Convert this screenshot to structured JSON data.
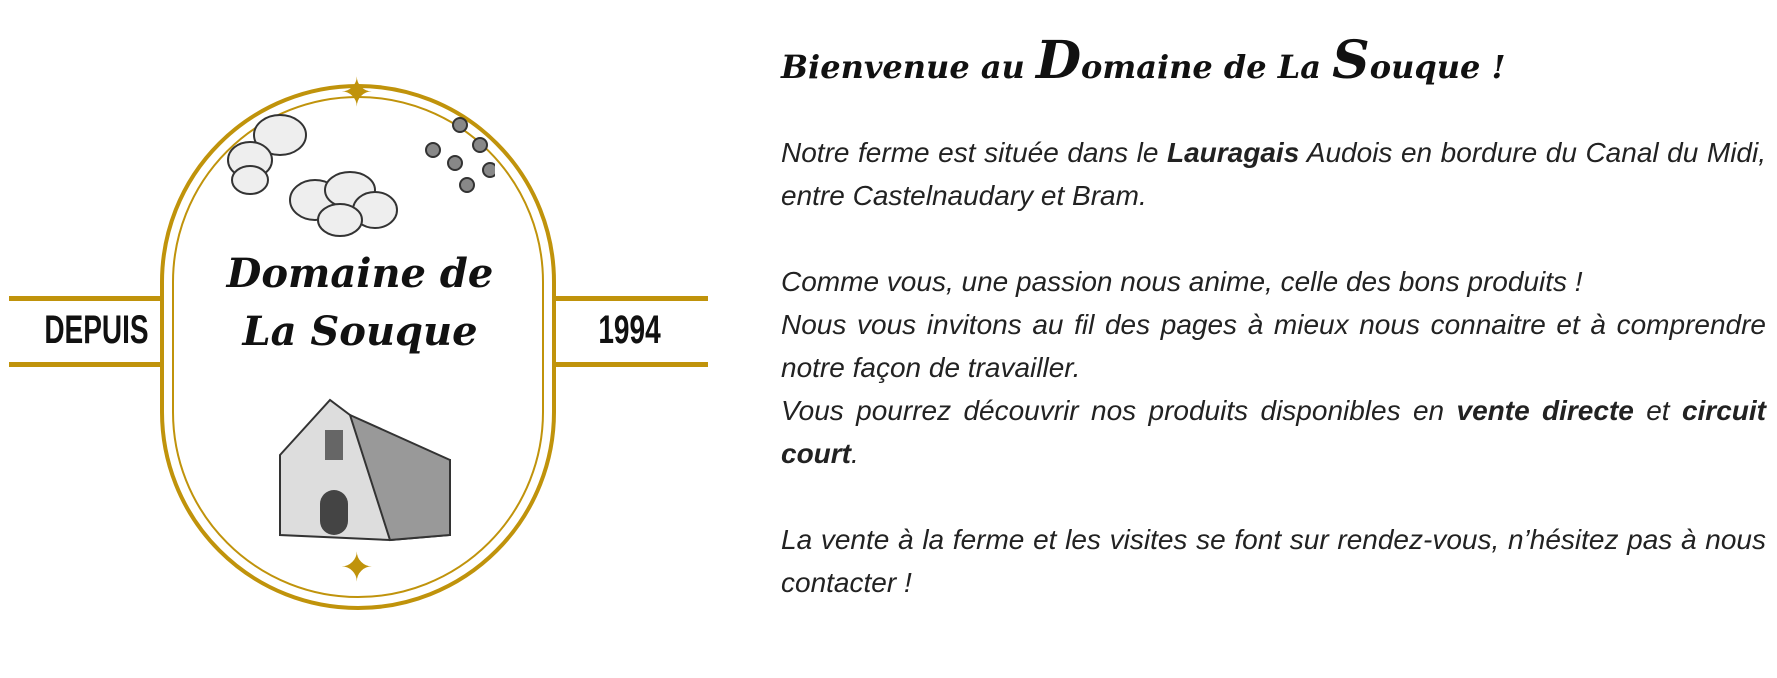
{
  "logo": {
    "side_left": "DEPUIS",
    "side_right": "1994",
    "line1": "Domaine de",
    "line2": "La Souque",
    "accent": "#c0930b"
  },
  "welcome": {
    "prefix": "Bienvenue au ",
    "d": "D",
    "omaine": "omaine de ",
    "la": "La ",
    "s": "S",
    "ouque": "ouque !"
  },
  "p1": {
    "a": "Notre ferme est située dans le ",
    "b": "Lauragais",
    "c": " Audois en bordure du Canal du Midi, entre Castelnaudary et Bram."
  },
  "p2": "Comme vous, une passion nous anime, celle des bons produits !",
  "p3": "Nous vous invitons au fil des pages à mieux nous connaitre et à comprendre notre façon de travailler.",
  "p4": {
    "a": "Vous pourrez découvrir nos produits disponibles en ",
    "b": "vente directe",
    "c": " et ",
    "d": "circuit court",
    "e": "."
  },
  "p5": "La vente à la ferme et les visites se font sur rendez-vous, n’hésitez pas à nous contacter !"
}
